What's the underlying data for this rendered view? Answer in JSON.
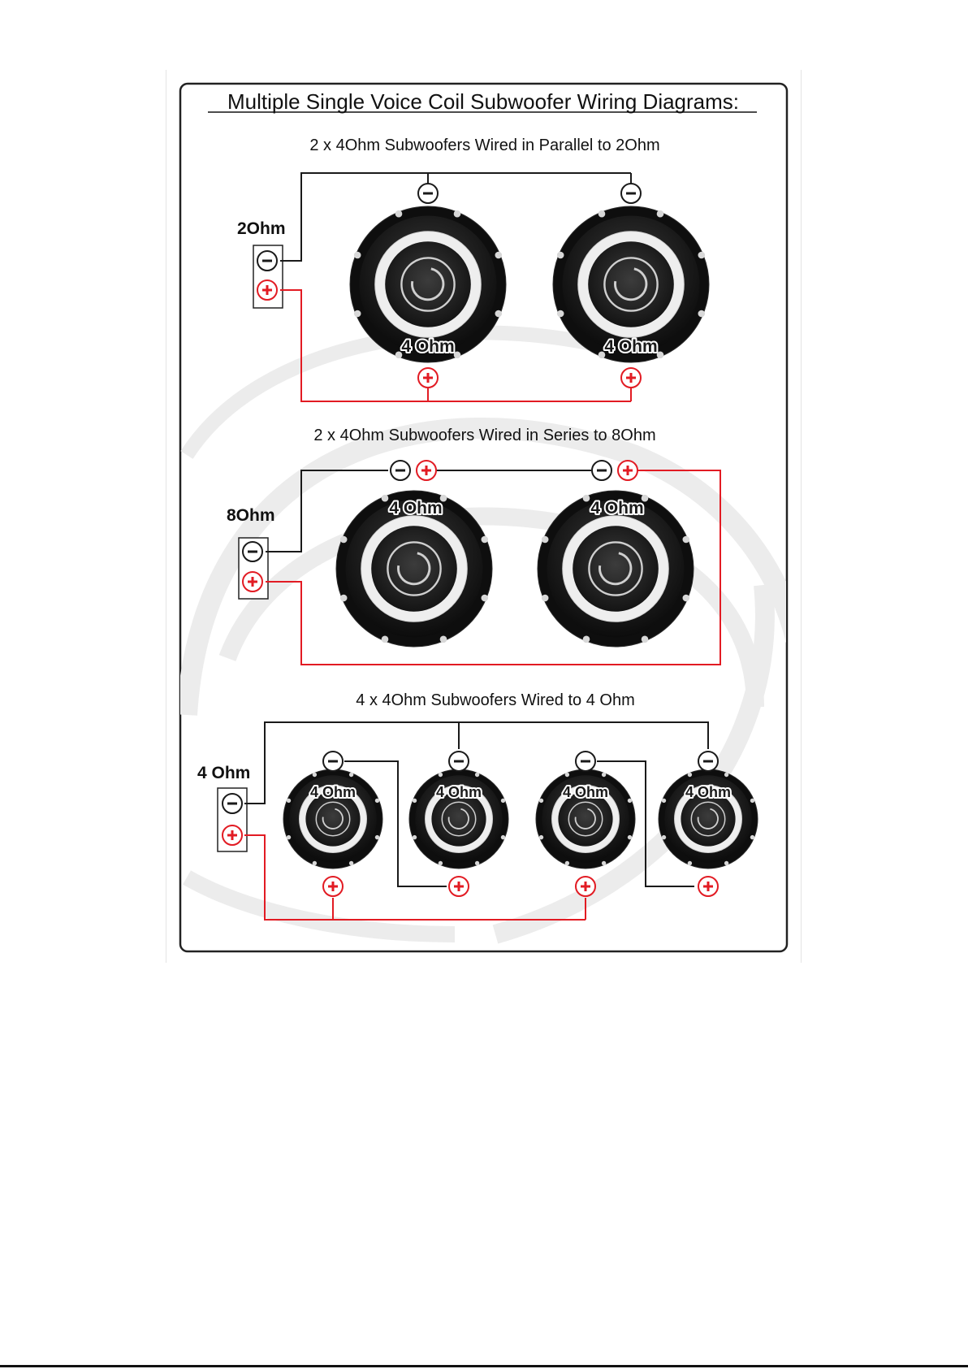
{
  "title": "Multiple Single Voice Coil Subwoofer Wiring Diagrams:",
  "colors": {
    "positive_wire": "#e21b23",
    "negative_wire": "#1a1a1a",
    "frame": "#222222",
    "watermark": "#ececec"
  },
  "sections": [
    {
      "heading": "2 x 4Ohm Subwoofers Wired in Parallel to 2Ohm",
      "amp_label": "2Ohm",
      "speakers": [
        {
          "label": "4 Ohm"
        },
        {
          "label": "4 Ohm"
        }
      ]
    },
    {
      "heading": "2 x 4Ohm Subwoofers Wired in Series to 8Ohm",
      "amp_label": "8Ohm",
      "speakers": [
        {
          "label": "4 Ohm"
        },
        {
          "label": "4 Ohm"
        }
      ]
    },
    {
      "heading": "4 x 4Ohm Subwoofers Wired to 4 Ohm",
      "amp_label": "4 Ohm",
      "speakers": [
        {
          "label": "4 Ohm"
        },
        {
          "label": "4 Ohm"
        },
        {
          "label": "4 Ohm"
        },
        {
          "label": "4 Ohm"
        }
      ]
    }
  ],
  "icons": {
    "negative_terminal": "minus-terminal-icon",
    "positive_terminal": "plus-terminal-icon",
    "subwoofer_logo": "swirl-logo-icon"
  }
}
